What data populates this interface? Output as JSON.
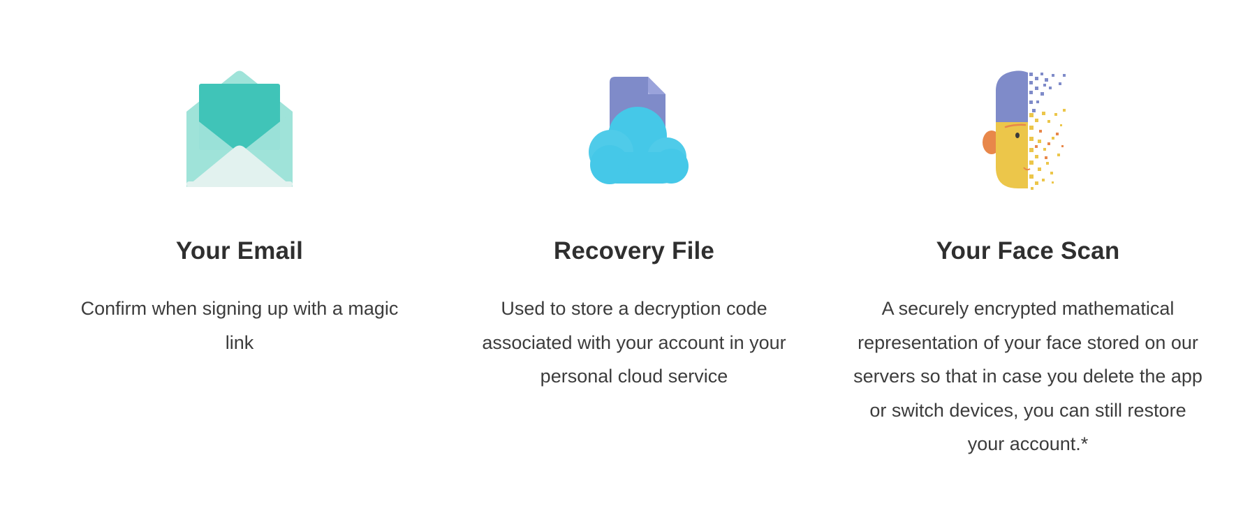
{
  "features": [
    {
      "id": "email",
      "icon": "open-envelope-icon",
      "title": "Your Email",
      "description": "Confirm when signing up with a magic link"
    },
    {
      "id": "recovery-file",
      "icon": "cloud-file-icon",
      "title": "Recovery File",
      "description": "Used to store a decryption code associated with your account in your personal cloud service"
    },
    {
      "id": "face-scan",
      "icon": "pixelated-face-icon",
      "title": "Your Face Scan",
      "description": "A securely encrypted mathematical representation of your face stored on our servers so that in case you delete the app or switch devices, you can still restore your account.*"
    }
  ],
  "colors": {
    "envelope_light": "#9fe3d9",
    "envelope_dark": "#40c4b8",
    "file_purple": "#7f8bc9",
    "cloud_blue": "#45c8e8",
    "face_yellow": "#ecc64a",
    "face_orange": "#e8874a",
    "text_dark": "#2f2f2f"
  }
}
